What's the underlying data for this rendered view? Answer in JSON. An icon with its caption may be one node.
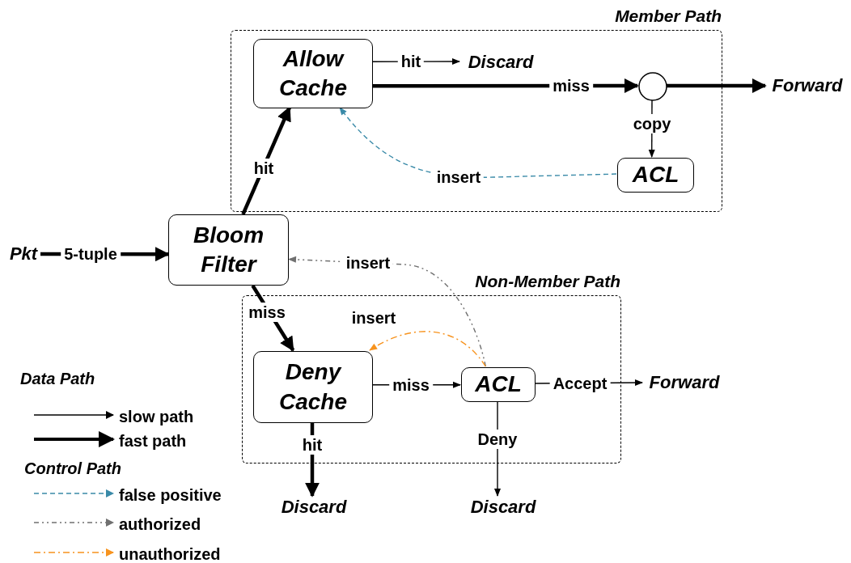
{
  "diagram": {
    "nodes": [
      {
        "text": [
          "Member Path"
        ]
      },
      {
        "text": [
          "Allow Cache"
        ],
        "in": 0
      },
      {
        "text": [
          "Discard"
        ],
        "in": 0
      },
      {
        "text": [],
        "shape": "circle",
        "in": 0
      },
      {
        "text": [
          "Forward"
        ]
      },
      {
        "text": [
          "ACL"
        ],
        "in": 0
      },
      {
        "text": [
          "Pkt"
        ]
      },
      {
        "text": [
          "Bloom Filter"
        ]
      },
      {
        "text": [
          "Non-Member Path"
        ]
      },
      {
        "text": [
          "Deny Cache"
        ],
        "in": 8
      },
      {
        "text": [
          "ACL"
        ],
        "in": 8
      },
      {
        "text": [
          "Forward"
        ]
      },
      {
        "text": [
          "Discard"
        ]
      },
      {
        "text": [
          "Discard"
        ]
      }
    ],
    "edges": [
      {
        "from": 6,
        "to": 7,
        "arrow": "to",
        "label": "5-tuple",
        "style": "thick"
      },
      {
        "from": 7,
        "to": 1,
        "arrow": "to",
        "label": "hit",
        "style": "thick"
      },
      {
        "from": 1,
        "to": 2,
        "arrow": "to",
        "label": "hit"
      },
      {
        "from": 1,
        "to": 3,
        "arrow": "to",
        "label": "miss",
        "style": "thick"
      },
      {
        "from": 3,
        "to": 4,
        "arrow": "to",
        "style": "thick"
      },
      {
        "from": 3,
        "to": 5,
        "arrow": "to",
        "label": "copy"
      },
      {
        "from": 5,
        "to": 1,
        "arrow": "to",
        "label": "insert",
        "style": "dashed",
        "color": "#3a8aa8"
      },
      {
        "from": 7,
        "to": 9,
        "arrow": "to",
        "label": "miss",
        "style": "thick"
      },
      {
        "from": 10,
        "to": 7,
        "arrow": "to",
        "label": "insert",
        "style": "dashed",
        "color": "#707070"
      },
      {
        "from": 10,
        "to": 9,
        "arrow": "to",
        "label": "insert",
        "style": "dashed",
        "color": "#f7931e"
      },
      {
        "from": 9,
        "to": 10,
        "arrow": "to",
        "label": "miss"
      },
      {
        "from": 10,
        "to": 11,
        "arrow": "to",
        "label": "Accept"
      },
      {
        "from": 9,
        "to": 12,
        "arrow": "to",
        "label": "hit",
        "style": "thick"
      },
      {
        "from": 10,
        "to": 13,
        "arrow": "to",
        "label": "Deny"
      }
    ],
    "labels": [
      "Data Path",
      "Control Path"
    ],
    "legend": [
      {
        "text": "slow path"
      },
      {
        "text": "fast path"
      },
      {
        "text": "false positive"
      },
      {
        "text": "authorized"
      },
      {
        "text": "unauthorized"
      }
    ]
  }
}
